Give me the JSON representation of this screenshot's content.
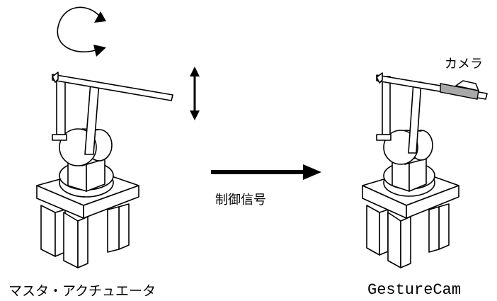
{
  "diagram": {
    "labels": {
      "left_caption": "マスタ・アクチュエータ",
      "right_caption": "GestureCam",
      "signal": "制御信号",
      "camera": "カメラ"
    },
    "colors": {
      "line": "#000000",
      "background": "#ffffff",
      "camera_fill": "#a8a8a8"
    }
  }
}
